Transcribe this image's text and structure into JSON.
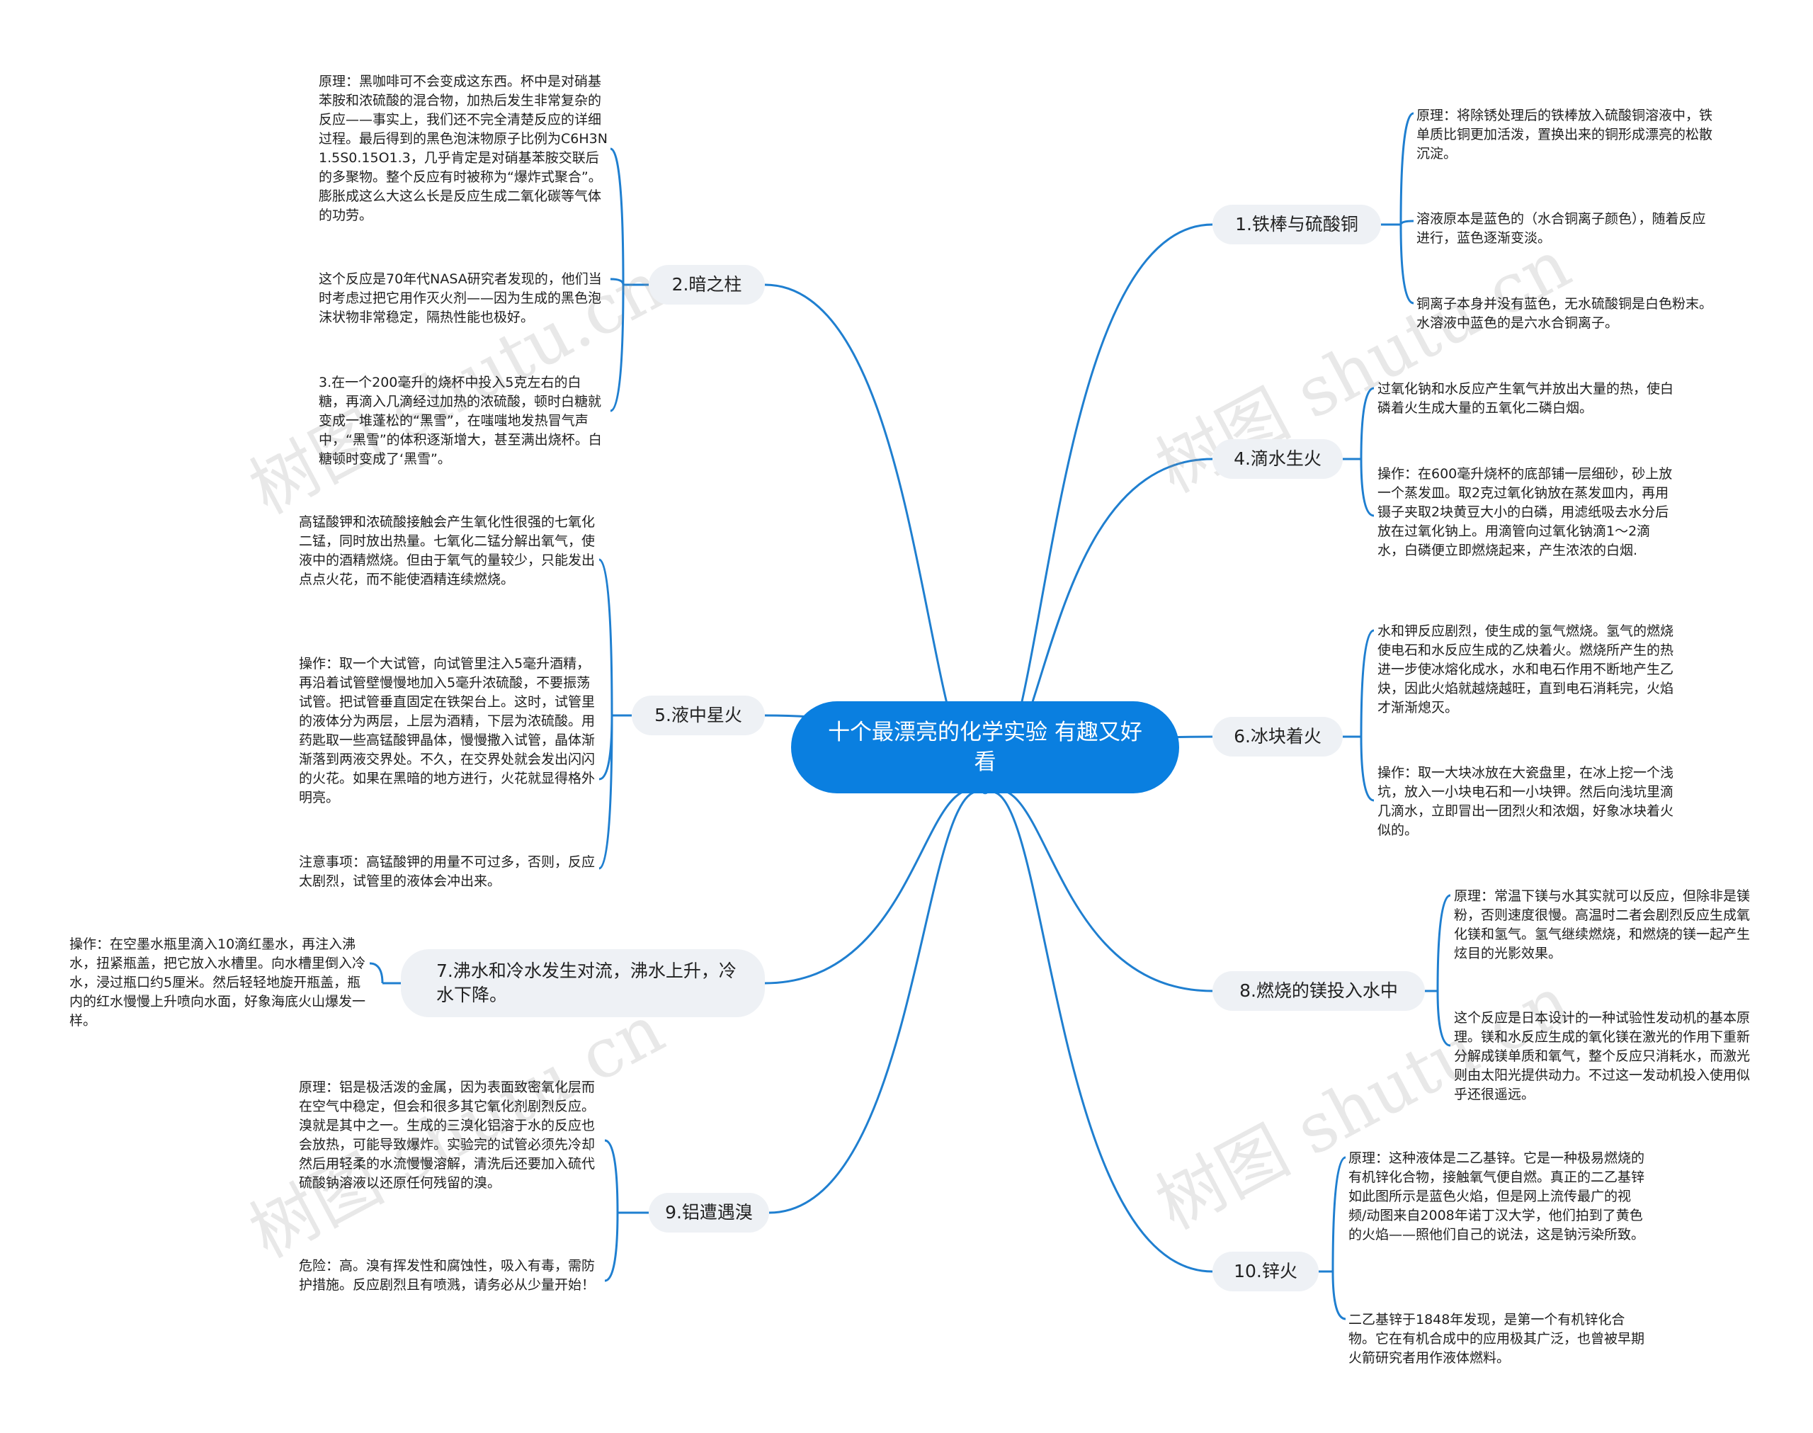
{
  "center": {
    "title": "十个最漂亮的化学实验 有趣又好看"
  },
  "watermark": "树图 shutu.cn",
  "branches": [
    {
      "label": "1.铁棒与硫酸铜",
      "notes": [
        "原理：将除锈处理后的铁棒放入硫酸铜溶液中，铁单质比铜更加活泼，置换出来的铜形成漂亮的松散沉淀。",
        "溶液原本是蓝色的（水合铜离子颜色），随着反应进行，蓝色逐渐变淡。",
        "铜离子本身并没有蓝色，无水硫酸铜是白色粉末。水溶液中蓝色的是六水合铜离子。"
      ]
    },
    {
      "label": "2.暗之柱",
      "notes": [
        "原理：黑咖啡可不会变成这东西。杯中是对硝基苯胺和浓硫酸的混合物，加热后发生非常复杂的反应——事实上，我们还不完全清楚反应的详细过程。最后得到的黑色泡沫物原子比例为C6H3N1.5S0.15O1.3，几乎肯定是对硝基苯胺交联后的多聚物。整个反应有时被称为“爆炸式聚合”。膨胀成这么大这么长是反应生成二氧化碳等气体的功劳。",
        "这个反应是70年代NASA研究者发现的，他们当时考虑过把它用作灭火剂——因为生成的黑色泡沫状物非常稳定，隔热性能也极好。",
        "3.在一个200毫升的烧杯中投入5克左右的白糖，再滴入几滴经过加热的浓硫酸，顿时白糖就变成一堆蓬松的“黑雪”，在嗤嗤地发热冒气声中，“黑雪”的体积逐渐增大，甚至满出烧杯。白糖顿时变成了‘黑雪”。"
      ]
    },
    {
      "label": "4.滴水生火",
      "notes": [
        "过氧化钠和水反应产生氧气并放出大量的热，使白磷着火生成大量的五氧化二磷白烟。",
        "操作：在600毫升烧杯的底部铺一层细砂，砂上放一个蒸发皿。取2克过氧化钠放在蒸发皿内，再用镊子夹取2块黄豆大小的白磷，用滤纸吸去水分后放在过氧化钠上。用滴管向过氧化钠滴1～2滴水，白磷便立即燃烧起来，产生浓浓的白烟."
      ]
    },
    {
      "label": "5.液中星火",
      "notes": [
        "高锰酸钾和浓硫酸接触会产生氧化性很强的七氧化二锰，同时放出热量。七氧化二锰分解出氧气，使液中的酒精燃烧。但由于氧气的量较少，只能发出点点火花，而不能使酒精连续燃烧。",
        "操作：取一个大试管，向试管里注入5毫升酒精，再沿着试管壁慢慢地加入5毫升浓硫酸，不要振荡试管。把试管垂直固定在铁架台上。这时，试管里的液体分为两层，上层为酒精，下层为浓硫酸。用药匙取一些高锰酸钾晶体，慢慢撒入试管，晶体渐渐落到两液交界处。不久，在交界处就会发出闪闪的火花。如果在黑暗的地方进行，火花就显得格外明亮。",
        "注意事项：高锰酸钾的用量不可过多，否则，反应太剧烈，试管里的液体会冲出来。"
      ]
    },
    {
      "label": "6.冰块着火",
      "notes": [
        "水和钾反应剧烈，使生成的氢气燃烧。氢气的燃烧使电石和水反应生成的乙炔着火。燃烧所产生的热进一步使冰熔化成水，水和电石作用不断地产生乙炔，因此火焰就越烧越旺，直到电石消耗完，火焰才渐渐熄灭。",
        "操作：取一大块冰放在大瓷盘里，在冰上挖一个浅坑，放入一小块电石和一小块钾。然后向浅坑里滴几滴水，立即冒出一团烈火和浓烟，好象冰块着火似的。"
      ]
    },
    {
      "label": "7.沸水和冷水发生对流，沸水上升，冷水下降。",
      "notes": [
        "操作：在空墨水瓶里滴入10滴红墨水，再注入沸水，扭紧瓶盖，把它放入水槽里。向水槽里倒入冷水，浸过瓶口约5厘米。然后轻轻地旋开瓶盖，瓶内的红水慢慢上升喷向水面，好象海底火山爆发一样。"
      ]
    },
    {
      "label": "8.燃烧的镁投入水中",
      "notes": [
        "原理：常温下镁与水其实就可以反应，但除非是镁粉，否则速度很慢。高温时二者会剧烈反应生成氧化镁和氢气。氢气继续燃烧，和燃烧的镁一起产生炫目的光影效果。",
        "这个反应是日本设计的一种试验性发动机的基本原理。镁和水反应生成的氧化镁在激光的作用下重新分解成镁单质和氧气，整个反应只消耗水，而激光则由太阳光提供动力。不过这一发动机投入使用似乎还很遥远。"
      ]
    },
    {
      "label": "9.铝遭遇溴",
      "notes": [
        "原理：铝是极活泼的金属，因为表面致密氧化层而在空气中稳定，但会和很多其它氧化剂剧烈反应。溴就是其中之一。生成的三溴化铝溶于水的反应也会放热，可能导致爆炸。实验完的试管必须先冷却然后用轻柔的水流慢慢溶解，清洗后还要加入硫代硫酸钠溶液以还原任何残留的溴。",
        "危险：高。溴有挥发性和腐蚀性，吸入有毒，需防护措施。反应剧烈且有喷溅，请务必从少量开始！"
      ]
    },
    {
      "label": "10.锌火",
      "notes": [
        "原理：这种液体是二乙基锌。它是一种极易燃烧的有机锌化合物，接触氧气便自燃。真正的二乙基锌如此图所示是蓝色火焰，但是网上流传最广的视频/动图来自2008年诺丁汉大学，他们拍到了黄色的火焰——照他们自己的说法，这是钠污染所致。",
        "二乙基锌于1848年发现，是第一个有机锌化合物。它在有机合成中的应用极其广泛，也曾被早期火箭研究者用作液体燃料。"
      ]
    }
  ],
  "colors": {
    "center": "#0a7fe0",
    "line": "#1f7fd0",
    "branch_bg": "#eef1f5"
  }
}
